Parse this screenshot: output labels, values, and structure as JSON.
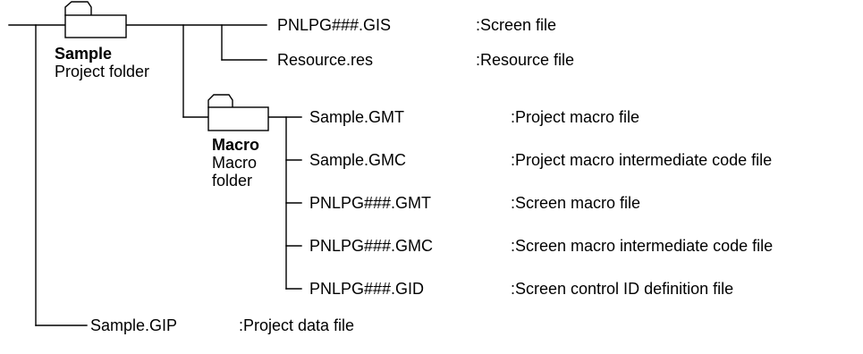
{
  "sample_folder": {
    "name": "Sample",
    "caption": "Project folder",
    "files": [
      {
        "name": "PNLPG###.GIS",
        "desc": ":Screen file"
      },
      {
        "name": "Resource.res",
        "desc": ":Resource file"
      }
    ]
  },
  "macro_folder": {
    "name": "Macro",
    "caption_line1": "Macro",
    "caption_line2": "folder",
    "files": [
      {
        "name": "Sample.GMT",
        "desc": ":Project macro file"
      },
      {
        "name": "Sample.GMC",
        "desc": ":Project macro intermediate code file"
      },
      {
        "name": "PNLPG###.GMT",
        "desc": ":Screen macro file"
      },
      {
        "name": "PNLPG###.GMC",
        "desc": ":Screen macro intermediate code file"
      },
      {
        "name": "PNLPG###.GID",
        "desc": ":Screen control ID definition file"
      }
    ]
  },
  "root_file": {
    "name": "Sample.GIP",
    "desc": ":Project data file"
  }
}
